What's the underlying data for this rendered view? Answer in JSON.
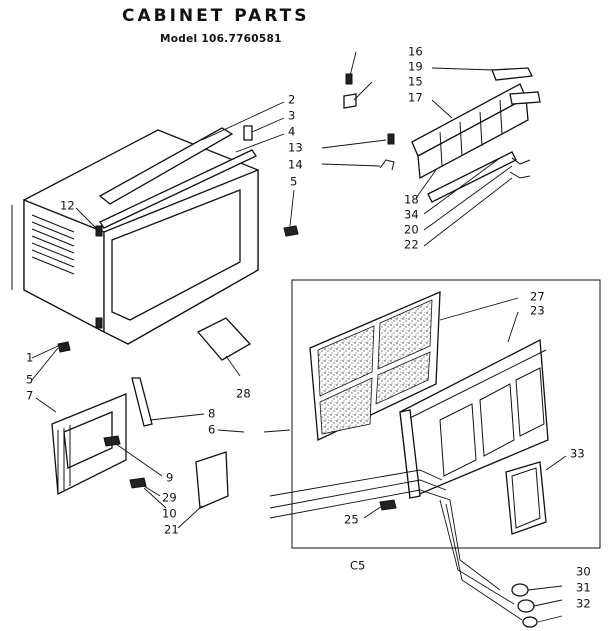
{
  "title": "CABINET PARTS",
  "model": "Model 106.7760581",
  "inset_code": "C5",
  "callouts": {
    "c1": "1",
    "c2": "2",
    "c3": "3",
    "c4": "4",
    "c5": "5",
    "c5b": "5",
    "c6": "6",
    "c7": "7",
    "c8": "8",
    "c9": "9",
    "c10": "10",
    "c12": "12",
    "c13": "13",
    "c14": "14",
    "c15": "15",
    "c16": "16",
    "c17": "17",
    "c18": "18",
    "c19": "19",
    "c20": "20",
    "c21": "21",
    "c22": "22",
    "c23": "23",
    "c25": "25",
    "c27": "27",
    "c28": "28",
    "c29": "29",
    "c30": "30",
    "c31": "31",
    "c32": "32",
    "c33": "33",
    "c34": "34"
  }
}
